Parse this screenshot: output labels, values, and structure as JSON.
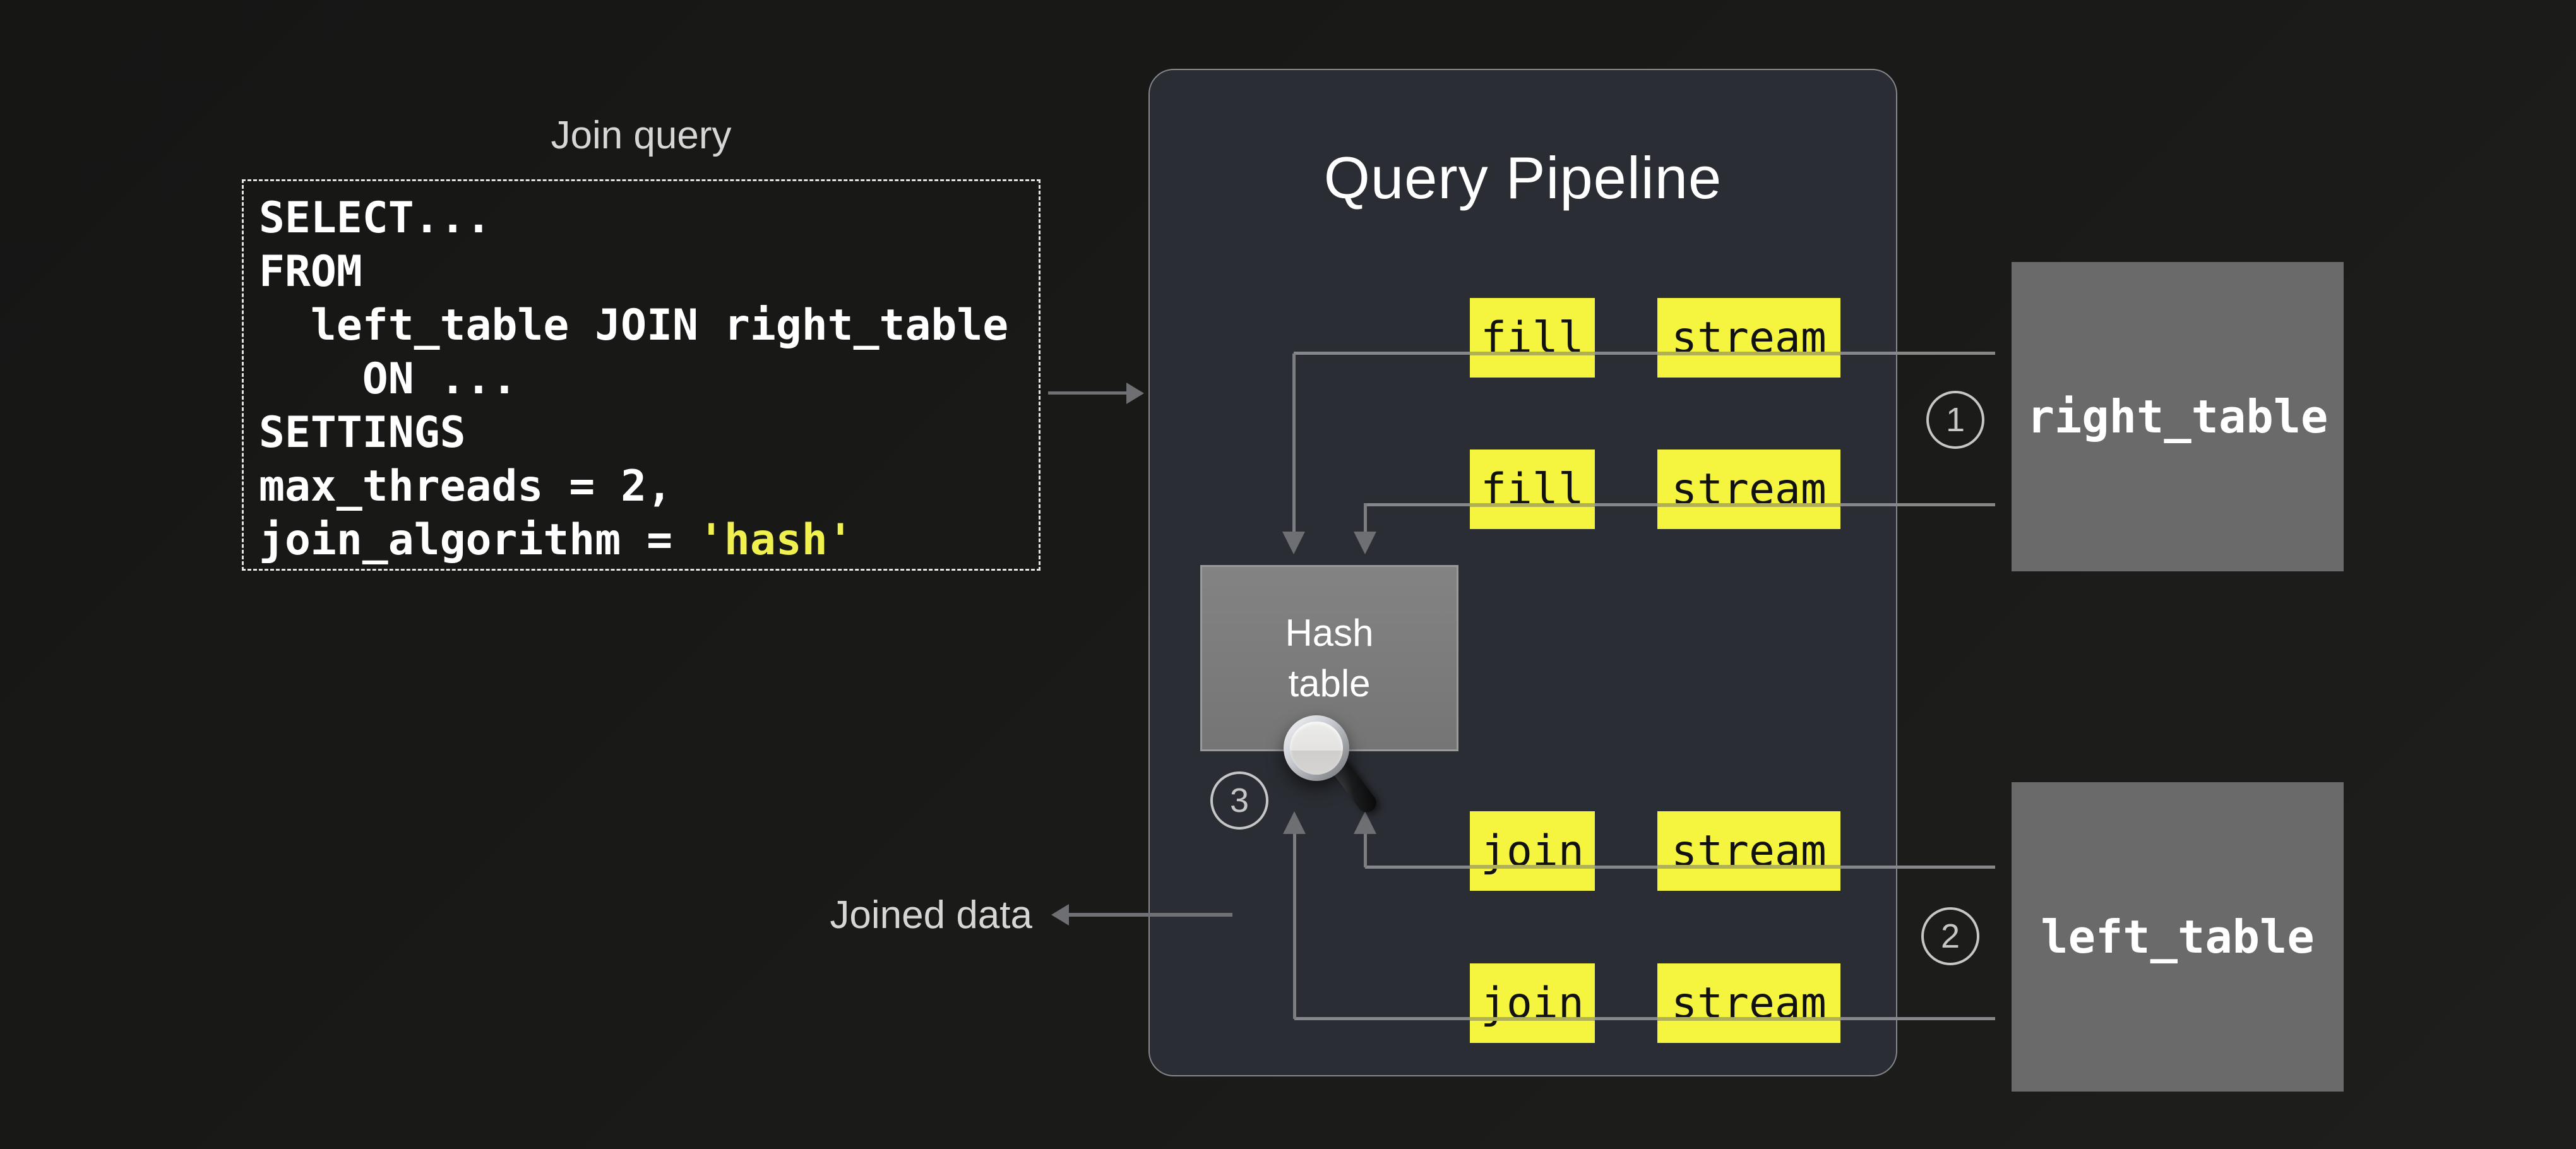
{
  "join_query": {
    "label": "Join query",
    "code_lines": [
      "SELECT...",
      "FROM",
      "  left_table JOIN right_table",
      "    ON ...",
      "SETTINGS",
      "max_threads = 2,"
    ],
    "last_line_prefix": "join_algorithm = ",
    "last_line_highlight": "'hash'"
  },
  "pipeline": {
    "title": "Query Pipeline",
    "rows": [
      {
        "op": "fill",
        "stage": "stream"
      },
      {
        "op": "fill",
        "stage": "stream"
      },
      {
        "op": "join",
        "stage": "stream"
      },
      {
        "op": "join",
        "stage": "stream"
      }
    ],
    "hash_table": {
      "line1": "Hash",
      "line2": "table"
    }
  },
  "tables": {
    "right": {
      "label": "right_table",
      "badge": "1"
    },
    "left": {
      "label": "left_table",
      "badge": "2"
    }
  },
  "annotations": {
    "hash_badge": "3",
    "joined_data": "Joined data"
  },
  "icons": {
    "magnifier": "magnifying-glass-icon"
  },
  "colors": {
    "page_bg": "#1a1a18",
    "pipeline_bg": "#2a2d33",
    "pipeline_border": "#86888c",
    "accent_yellow": "#f5f540",
    "stripe_olive": "#b0b156",
    "table_gray": "#6a6a6a",
    "hash_gray": "#7b7b7b",
    "line_gray": "#85878b",
    "arrow_gray": "#6d6f73",
    "code_highlight": "#f0f04e",
    "text_light": "#d6d6d6"
  }
}
